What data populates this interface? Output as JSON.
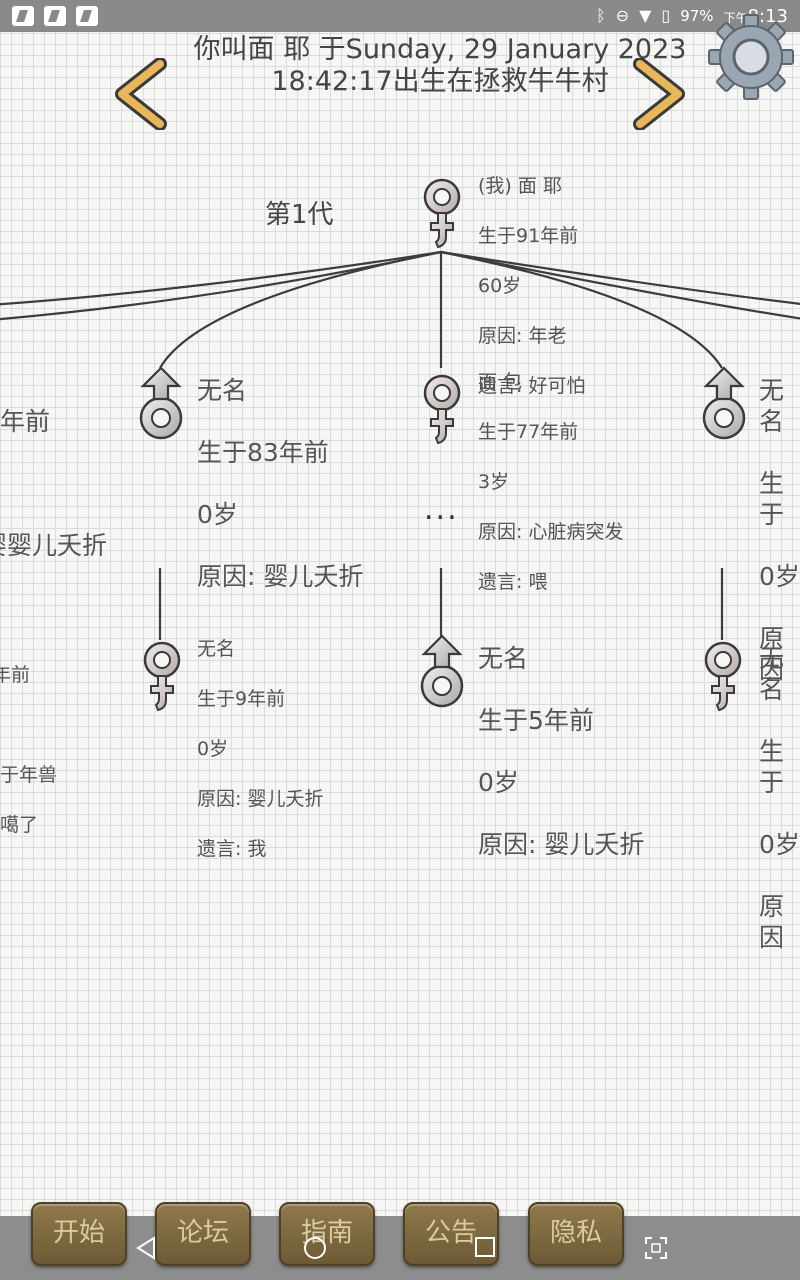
{
  "status_bar": {
    "battery": "97%",
    "time_prefix": "下午",
    "time": "8:13",
    "icons": [
      "app-icon",
      "app-icon",
      "app-icon",
      "bluetooth-icon",
      "do-not-disturb-icon",
      "wifi-icon",
      "battery-icon"
    ]
  },
  "header": {
    "line1": "你叫面 耶 于Sunday, 29 January 2023",
    "line2": "18:42:17出生在拯救牛牛村",
    "prev_icon": "chevron-left-icon",
    "next_icon": "chevron-right-icon",
    "settings_icon": "gear-icon"
  },
  "generation_label": "第1代",
  "root": {
    "name": "(我) 面 耶",
    "born": "生于91年前",
    "age": "60岁",
    "cause": "原因:  年老",
    "words": "遗言:  好可怕",
    "gender": "female"
  },
  "row1": [
    {
      "born": "年前",
      "blank": "",
      "cause": "婴儿夭折",
      "clip": true
    },
    {
      "name": "无名",
      "born": "生于83年前",
      "age": "0岁",
      "cause": "原因:  婴儿夭折",
      "gender": "male"
    },
    {
      "name": "面 包",
      "born": "生于77年前",
      "age": "3岁",
      "cause": "原因:  心脏病突发",
      "words": "遗言:  喂",
      "gender": "female"
    },
    {
      "name": "无名",
      "born": "生于",
      "age": "0岁",
      "cause": "原因",
      "gender": "male",
      "clip": true
    }
  ],
  "ellipsis": "...",
  "row2": [
    {
      "born": "年前",
      "cause": "于年兽",
      "words": "噶了",
      "clip": true
    },
    {
      "name": "无名",
      "born": "生于9年前",
      "age": "0岁",
      "cause": "原因:  婴儿夭折",
      "words": "遗言:  我",
      "gender": "female"
    },
    {
      "name": "无名",
      "born": "生于5年前",
      "age": "0岁",
      "cause": "原因:  婴儿夭折",
      "gender": "male"
    },
    {
      "name": "无名",
      "born": "生于",
      "age": "0岁",
      "cause": "原因",
      "gender": "female",
      "clip": true
    }
  ],
  "menu": [
    "开始",
    "论坛",
    "指南",
    "公告",
    "隐私"
  ],
  "nav": [
    "back-icon",
    "home-icon",
    "recents-icon",
    "screenshot-icon"
  ]
}
